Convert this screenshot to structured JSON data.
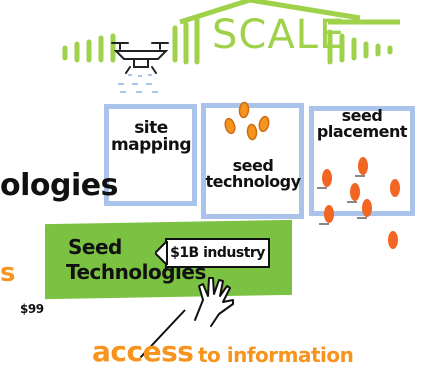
{
  "scale": {
    "title": "SCALE"
  },
  "boxes": {
    "site": {
      "line1": "site",
      "line2": "mapping"
    },
    "seedtech": {
      "line1": "seed",
      "line2": "technology"
    },
    "placement": {
      "line1": "seed",
      "line2": "placement"
    }
  },
  "left_fragments": {
    "ologies": "ologies",
    "s": "s",
    "money": "$99"
  },
  "banner": {
    "line1": "Seed",
    "line2": "Technologies"
  },
  "callout": {
    "text": "$1B industry"
  },
  "access": {
    "word1": "access",
    "word2": "to information"
  },
  "colors": {
    "green": "#7cc242",
    "light_green": "#9fd24a",
    "blue": "#a9c3ea",
    "orange": "#f7941d",
    "red_orange": "#f26522"
  },
  "icons": [
    "drone-icon",
    "scale-building-icon",
    "seed-icon",
    "seed-marker-icon",
    "hand-icon",
    "pointer-line-icon"
  ]
}
